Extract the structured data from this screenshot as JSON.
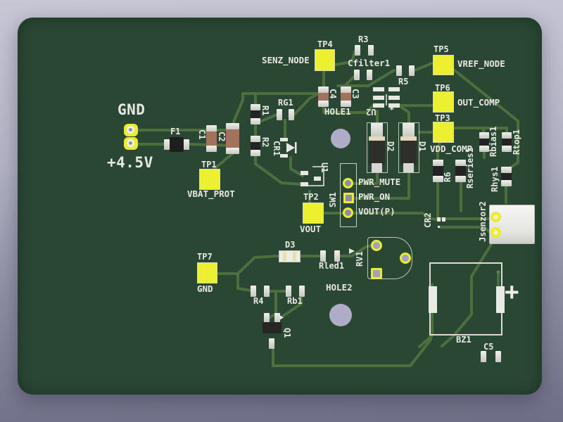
{
  "app": {
    "view": "pcb-3d-viewer"
  },
  "colors": {
    "background_top": "#c7c7d6",
    "background_bottom": "#6e6e87",
    "board_green": "#2a4734",
    "trace_green": "#4d6f3e",
    "silkscreen": "#e8e8e3",
    "pad_yellow": "#edef31",
    "hole_purple": "#aeacc6",
    "capacitor_body": "#a1735c",
    "resistor_body": "#232323",
    "pad_metal": "#dcdcd8"
  },
  "pcb": {
    "power": {
      "gnd": "GND",
      "vbat": "+4.5V"
    },
    "testpoints": {
      "tp1": {
        "ref": "TP1",
        "net": "VBAT_PROT"
      },
      "tp2": {
        "ref": "TP2",
        "net": "VOUT"
      },
      "tp3": {
        "ref": "TP3",
        "net": "VDD_COMP"
      },
      "tp4": {
        "ref": "TP4",
        "net": "SENZ_NODE"
      },
      "tp5": {
        "ref": "TP5",
        "net": "VREF_NODE"
      },
      "tp6": {
        "ref": "TP6",
        "net": "OUT_COMP"
      },
      "tp7": {
        "ref": "TP7",
        "net": "GND"
      }
    },
    "header": {
      "pin1": "PWR_MUTE",
      "pin2": "PWR_ON",
      "pin3": "VOUT(P)"
    },
    "refdes": {
      "f1": "F1",
      "c1": "C1",
      "c2": "C2",
      "c3": "C3",
      "c4": "C4",
      "c5": "C5",
      "r1": "R1",
      "r2": "R2",
      "r3": "R3",
      "r4": "R4",
      "r5": "R5",
      "r6": "R6",
      "rg1": "RG1",
      "rb1": "Rb1",
      "rled1": "Rled1",
      "rbias1": "Rbias1",
      "rtop1": "Rtop1",
      "rhys1": "Rhys1",
      "rseries1": "Rseries1",
      "cfilter1": "Cfilter1",
      "cr1": "CR1",
      "cr2": "CR2",
      "d1": "D1",
      "d2": "D2",
      "d3": "D3",
      "q1": "Q1",
      "u1": "U1",
      "u2": "U2",
      "sw1": "SW1",
      "rv1": "RV1",
      "bz1": "BZ1",
      "jsenzor2": "Jsenzor2"
    },
    "holes": {
      "hole1": "HOLE1",
      "hole2": "HOLE2"
    },
    "marks": {
      "plus": "+",
      "polarity": "*"
    }
  }
}
